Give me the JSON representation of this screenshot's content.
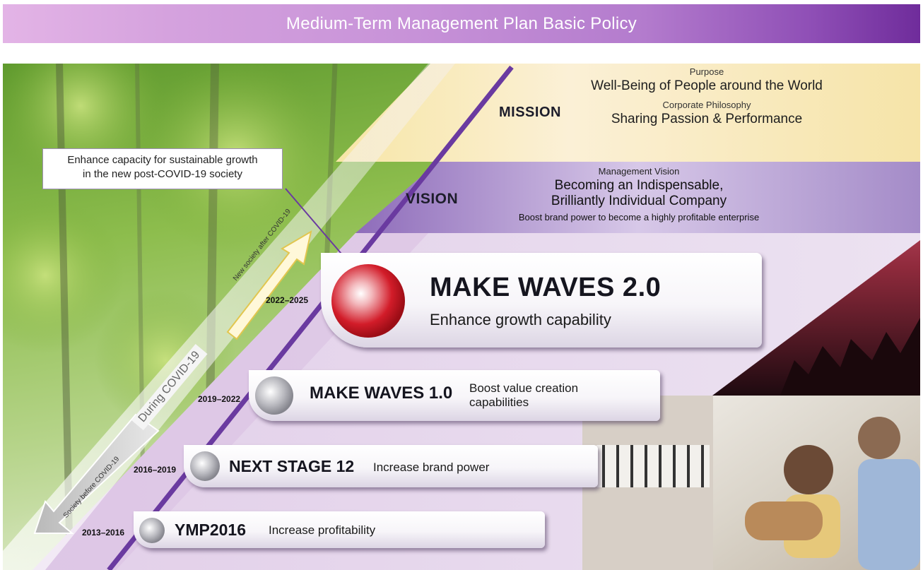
{
  "header": {
    "title": "Medium-Term Management Plan Basic Policy"
  },
  "mission": {
    "label": "MISSION",
    "purpose_caption": "Purpose",
    "purpose_text": "Well-Being of People around the World",
    "philosophy_caption": "Corporate Philosophy",
    "philosophy_text": "Sharing Passion & Performance"
  },
  "vision": {
    "label": "VISION",
    "caption": "Management Vision",
    "line1": "Becoming an Indispensable,",
    "line2": "Brilliantly Individual Company",
    "subtext": "Boost brand power to become a highly profitable enterprise"
  },
  "callout": {
    "line1": "Enhance capacity for sustainable growth",
    "line2": "in the new post-COVID-19 society"
  },
  "arrows": {
    "new_society": "New society after COVID-19",
    "during": "During COVID-19",
    "before": "Society before COVID-19"
  },
  "plans": [
    {
      "years": "2022–2025",
      "name": "MAKE WAVES 2.0",
      "description": "Enhance growth capability"
    },
    {
      "years": "2019–2022",
      "name": "MAKE WAVES 1.0",
      "description_line1": "Boost value creation",
      "description_line2": "capabilities"
    },
    {
      "years": "2016–2019",
      "name": "NEXT STAGE 12",
      "description": "Increase brand power"
    },
    {
      "years": "2013–2016",
      "name": "YMP2016",
      "description": "Increase profitability"
    }
  ],
  "colors": {
    "accent_purple": "#6a3aa0",
    "mission_band": "#f6e6b0",
    "vision_band": "#9c7ec4",
    "plan_band": "#e7d9ee",
    "red_circle": "#c4141e"
  }
}
